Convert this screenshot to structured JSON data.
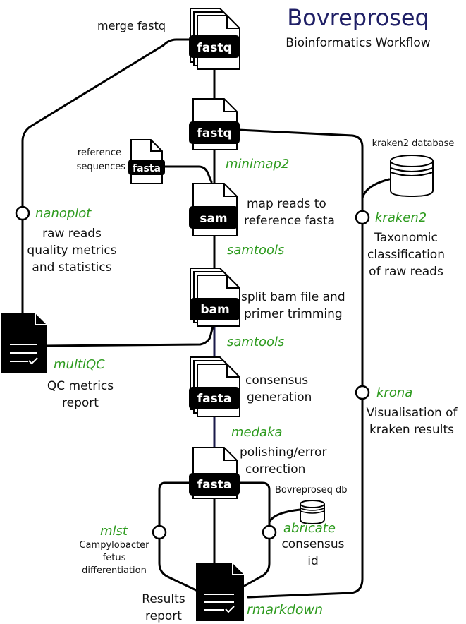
{
  "header": {
    "title": "Bovreproseq",
    "subtitle": "Bioinformatics Workflow"
  },
  "files": {
    "merge_fastq": "fastq",
    "fastq": "fastq",
    "reference_fasta": "fasta",
    "sam": "sam",
    "bam": "bam",
    "consensus_fasta": "fasta",
    "polished_fasta": "fasta"
  },
  "steps": {
    "merge_fastq": "merge fastq",
    "reference_line1": "reference",
    "reference_line2": "sequences",
    "minimap2": "minimap2",
    "map_line1": "map reads to",
    "map_line2": "reference fasta",
    "samtools1": "samtools",
    "split_line1": "split bam file and",
    "split_line2": "primer trimming",
    "samtools2": "samtools",
    "consensus_line1": "consensus",
    "consensus_line2": "generation",
    "medaka": "medaka",
    "polish_line1": "polishing/error",
    "polish_line2": "correction"
  },
  "qc": {
    "nanoplot": "nanoplot",
    "nanoplot_line1": "raw reads",
    "nanoplot_line2": "quality metrics",
    "nanoplot_line3": "and statistics",
    "multiqc": "multiQC",
    "multiqc_line1": "QC metrics",
    "multiqc_line2": "report"
  },
  "taxonomy": {
    "kraken2_db": "kraken2 database",
    "kraken2": "kraken2",
    "kraken2_line1": "Taxonomic",
    "kraken2_line2": "classification",
    "kraken2_line3": "of raw reads",
    "krona": "krona",
    "krona_line1": "Visualisation of",
    "krona_line2": "kraken results"
  },
  "typing": {
    "mlst": "mlst",
    "mlst_line1": "Campylobacter",
    "mlst_line2": "fetus",
    "mlst_line3": "differentiation",
    "abricate_db": "Bovreproseq db",
    "abricate": "abricate",
    "abricate_line1": "consensus",
    "abricate_line2": "id"
  },
  "report": {
    "line1": "Results",
    "line2": "report",
    "rmarkdown": "rmarkdown"
  }
}
